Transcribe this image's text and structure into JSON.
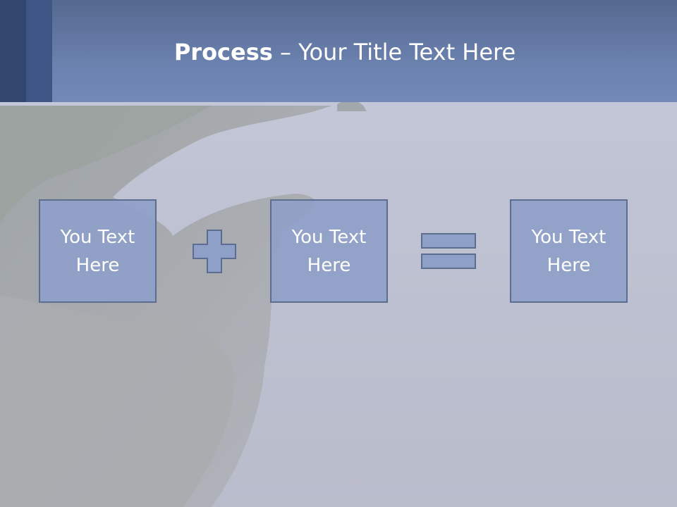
{
  "slide": {
    "title_bold": "Process",
    "title_rest": " – Your Title Text Here"
  },
  "process": {
    "boxes": [
      {
        "text": "You Text Here"
      },
      {
        "text": "You Text Here"
      },
      {
        "text": "You Text Here"
      }
    ],
    "operators": [
      "plus",
      "equals"
    ]
  },
  "colors": {
    "header": "#6a80ad",
    "stripe_dark": "#33466d",
    "stripe_mid": "#3e5585",
    "box_fill": "#8fa0c8",
    "box_border": "#5d6d8e"
  }
}
